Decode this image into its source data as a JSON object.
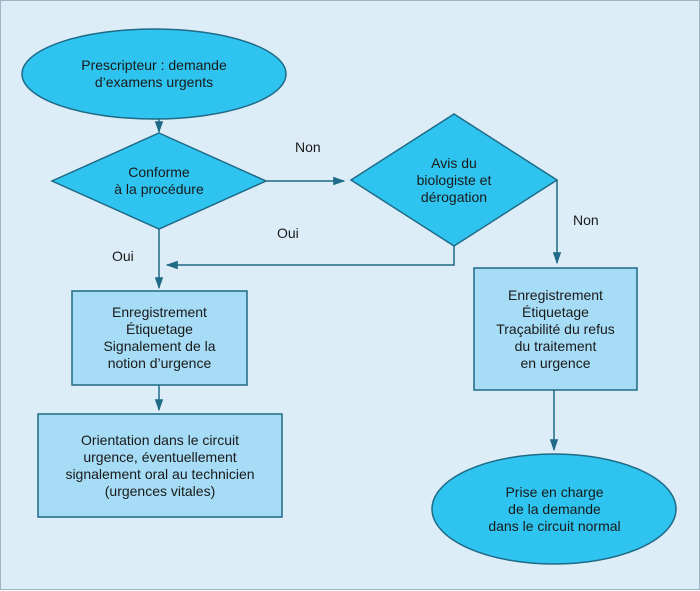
{
  "colors": {
    "background": "#dcedf8",
    "terminal_fill": "#2ec4ef",
    "decision_fill": "#2ec4ef",
    "process_fill": "#a6dcf6",
    "stroke": "#1f6a86",
    "text": "#1a1a1a"
  },
  "nodes": {
    "start": {
      "shape": "ellipse",
      "text": "Prescripteur : demande\nd’examens urgents"
    },
    "conforme": {
      "shape": "diamond",
      "text": "Conforme\nà la procédure"
    },
    "avis": {
      "shape": "diamond",
      "text": "Avis du\nbiologiste et\ndérogation"
    },
    "enregistrement_left": {
      "shape": "rectangle",
      "text": "Enregistrement\nÉtiquetage\nSignalement de la\nnotion d’urgence"
    },
    "orientation": {
      "shape": "rectangle",
      "text": "Orientation dans le circuit\nurgence, éventuellement\nsignalement oral au technicien\n(urgences vitales)"
    },
    "enregistrement_right": {
      "shape": "rectangle",
      "text": "Enregistrement\nÉtiquetage\nTraçabilité du refus\ndu traitement\nen urgence"
    },
    "prise": {
      "shape": "ellipse",
      "text": "Prise en charge\nde la demande\ndans le circuit normal"
    }
  },
  "edge_labels": {
    "conforme_non": "Non",
    "avis_oui": "Oui",
    "conforme_oui": "Oui",
    "avis_non": "Non"
  }
}
